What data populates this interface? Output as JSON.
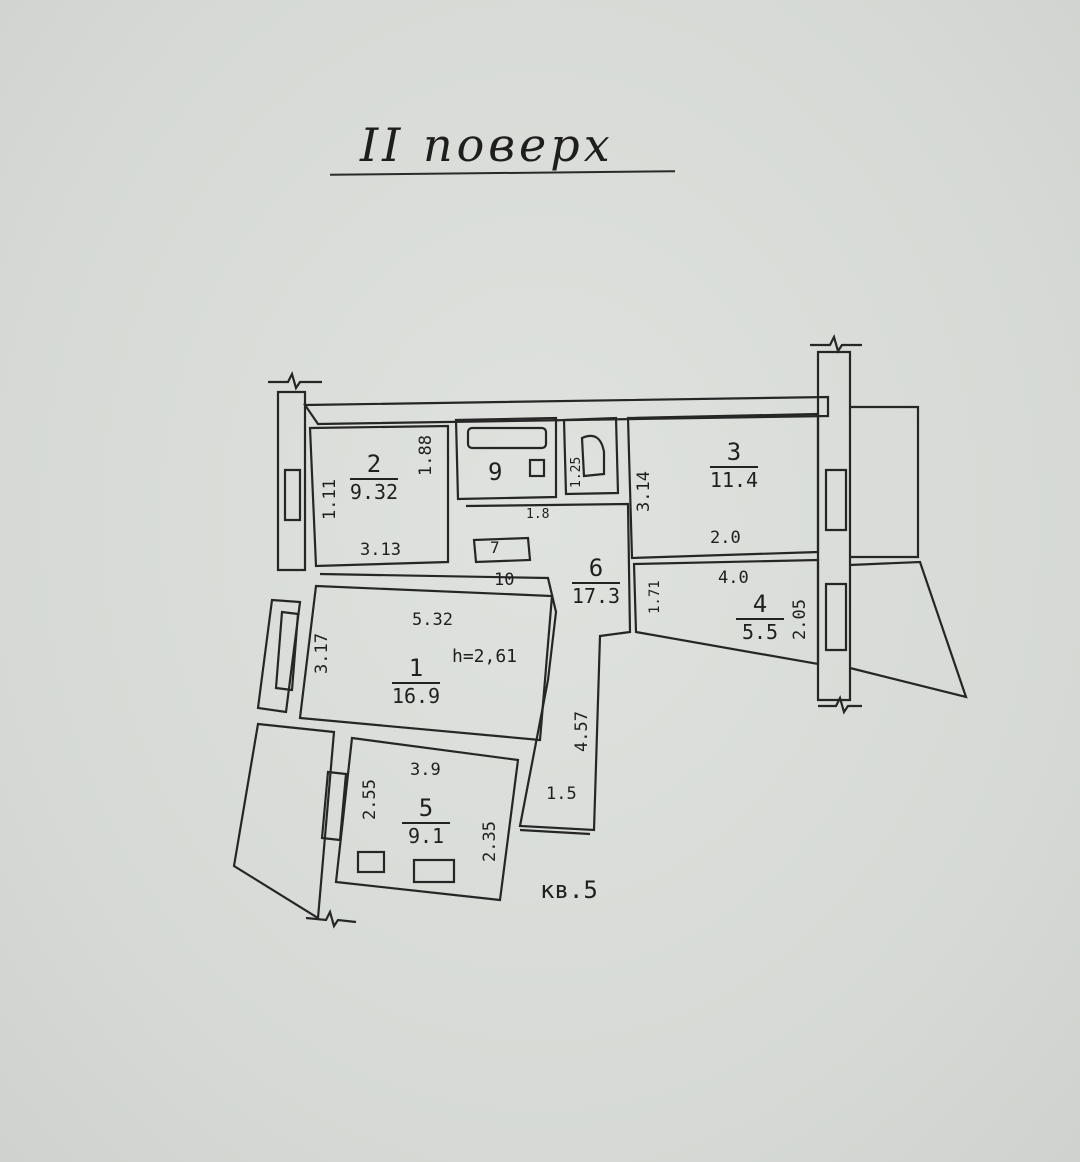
{
  "title": "II поверх",
  "apartment": "кв.5",
  "ceiling_height": "h=2,61",
  "rooms": [
    {
      "number": "1",
      "area": "16.9"
    },
    {
      "number": "2",
      "area": "9.32"
    },
    {
      "number": "3",
      "area": "11.4"
    },
    {
      "number": "4",
      "area": "5.5"
    },
    {
      "number": "5",
      "area": "9.1"
    },
    {
      "number": "6",
      "area": "17.3"
    },
    {
      "number": "7",
      "area": ""
    },
    {
      "number": "9",
      "area": ""
    },
    {
      "number": "10",
      "area": ""
    }
  ],
  "dimensions": {
    "d_111": "1.11",
    "d_188": "1.88",
    "d_313": "3.13",
    "d_314": "3.14",
    "d_20": "2.0",
    "d_532": "5.32",
    "d_317": "3.17",
    "d_457": "4.57",
    "d_39": "3.9",
    "d_255": "2.55",
    "d_235": "2.35",
    "d_15": "1.5",
    "d_205": "2.05",
    "d_40": "4.0",
    "d_125": "1.25",
    "d_171": "1.71",
    "d_18": "1.8"
  }
}
